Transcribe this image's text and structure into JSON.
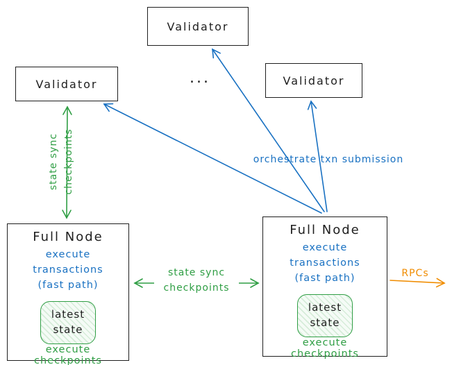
{
  "validator_top": {
    "label": "Validator"
  },
  "validator_left": {
    "label": "Validator"
  },
  "validator_right": {
    "label": "Validator"
  },
  "ellipsis": "...",
  "node_left": {
    "title": "Full Node",
    "blue1": "execute transactions",
    "blue2": "(fast path)",
    "state1": "latest",
    "state2": "state",
    "green": "execute checkpoints"
  },
  "node_right": {
    "title": "Full Node",
    "blue1": "execute transactions",
    "blue2": "(fast path)",
    "state1": "latest",
    "state2": "state",
    "green": "execute checkpoints"
  },
  "edge_labels": {
    "vertical_sync_1": "state sync",
    "vertical_sync_2": "checkpoints",
    "horizontal_sync_1": "state sync",
    "horizontal_sync_2": "checkpoints",
    "orchestrate": "orchestrate txn submission",
    "rpcs": "RPCs"
  },
  "colors": {
    "ink": "#1e1e1e",
    "green": "#2f9e44",
    "blue": "#1971c2",
    "orange": "#f08c00"
  }
}
